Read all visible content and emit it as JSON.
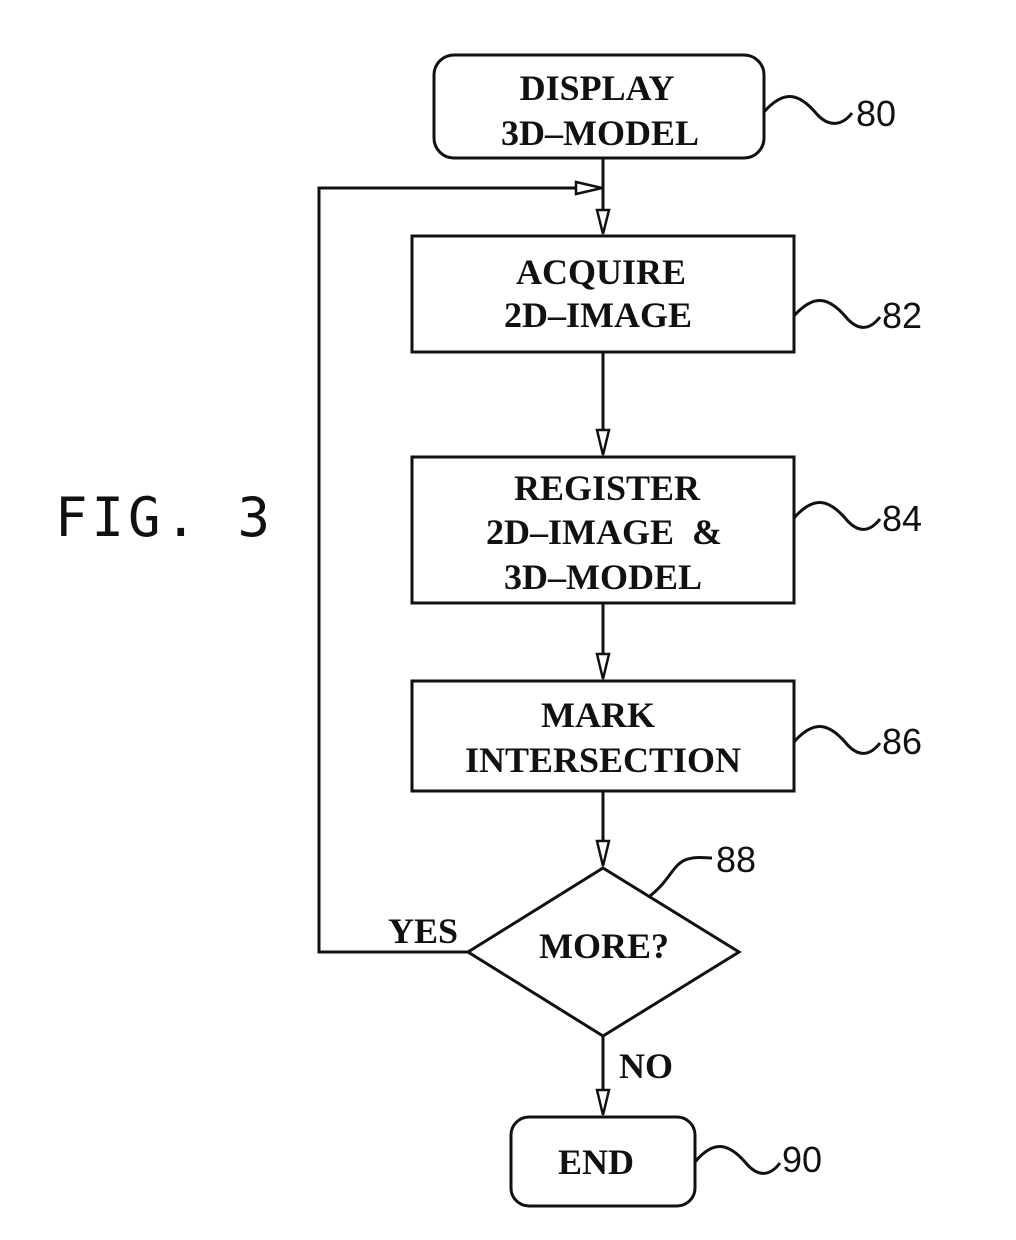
{
  "figure_label": "FIG. 3",
  "steps": {
    "s80": {
      "lines": [
        "DISPLAY",
        "3D–MODEL"
      ],
      "ref": "80"
    },
    "s82": {
      "lines": [
        "ACQUIRE",
        "2D–IMAGE"
      ],
      "ref": "82"
    },
    "s84": {
      "lines": [
        "REGISTER",
        "2D–IMAGE  &",
        "3D–MODEL"
      ],
      "ref": "84"
    },
    "s86": {
      "lines": [
        "MARK",
        "INTERSECTION"
      ],
      "ref": "86"
    },
    "s88": {
      "lines": [
        "MORE?"
      ],
      "ref": "88"
    },
    "s90": {
      "lines": [
        "END"
      ],
      "ref": "90"
    }
  },
  "branches": {
    "yes": "YES",
    "no": "NO"
  }
}
